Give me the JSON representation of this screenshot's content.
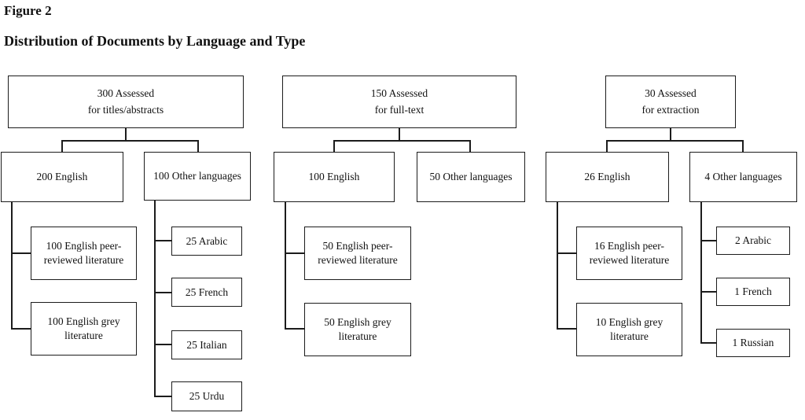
{
  "figure": {
    "label": "Figure 2",
    "title": "Distribution of Documents by Language and Type"
  },
  "colors": {
    "border": "#1c1c1c",
    "text": "#111111",
    "background": "#ffffff"
  },
  "trees": [
    {
      "id": "titles-abstracts",
      "root": {
        "line1": "300 Assessed",
        "line2": "for titles/abstracts"
      },
      "branches": [
        {
          "label": "200 English",
          "leaves": [
            "100 English peer-reviewed literature",
            "100 English grey literature"
          ]
        },
        {
          "label": "100 Other languages",
          "leaves": [
            "25 Arabic",
            "25 French",
            "25 Italian",
            "25 Urdu"
          ]
        }
      ]
    },
    {
      "id": "full-text",
      "root": {
        "line1": "150 Assessed",
        "line2": "for full-text"
      },
      "branches": [
        {
          "label": "100 English",
          "leaves": [
            "50 English peer-reviewed literature",
            "50 English grey literature"
          ]
        },
        {
          "label": "50 Other languages",
          "leaves": []
        }
      ]
    },
    {
      "id": "extraction",
      "root": {
        "line1": "30 Assessed",
        "line2": "for extraction"
      },
      "branches": [
        {
          "label": "26 English",
          "leaves": [
            "16 English peer-reviewed literature",
            "10 English grey literature"
          ]
        },
        {
          "label": "4 Other languages",
          "leaves": [
            "2 Arabic",
            "1 French",
            "1 Russian"
          ]
        }
      ]
    }
  ]
}
